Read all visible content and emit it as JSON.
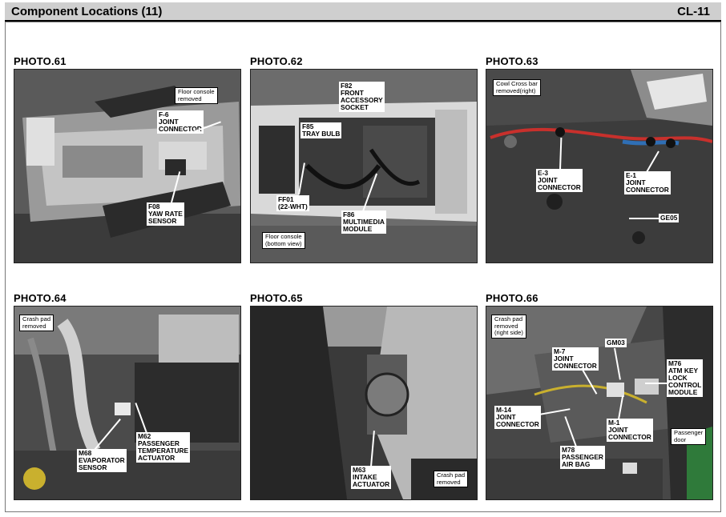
{
  "page": {
    "title": "Component Locations (11)",
    "code": "CL-11"
  },
  "photos": {
    "p61": {
      "label": "PHOTO.61",
      "note": [
        "Floor console",
        "removed"
      ],
      "c1": [
        "F-6",
        "JOINT",
        "CONNECTOR"
      ],
      "c2": [
        "F08",
        "YAW RATE",
        "SENSOR"
      ]
    },
    "p62": {
      "label": "PHOTO.62",
      "note": [
        "Floor console",
        "(bottom view)"
      ],
      "c1": [
        "F82",
        "FRONT",
        "ACCESSORY",
        "SOCKET"
      ],
      "c2": [
        "F85",
        "TRAY BULB"
      ],
      "c3": [
        "FF01",
        "(22-WHT)"
      ],
      "c4": [
        "F86",
        "MULTIMEDIA",
        "MODULE"
      ]
    },
    "p63": {
      "label": "PHOTO.63",
      "note": [
        "Cowl Cross bar",
        "removed(right)"
      ],
      "c1": [
        "E-3",
        "JOINT",
        "CONNECTOR"
      ],
      "c2": [
        "E-1",
        "JOINT",
        "CONNECTOR"
      ],
      "c3": [
        "GE05"
      ]
    },
    "p64": {
      "label": "PHOTO.64",
      "note": [
        "Crash pad",
        "removed"
      ],
      "c1": [
        "M62",
        "PASSENGER",
        "TEMPERATURE",
        "ACTUATOR"
      ],
      "c2": [
        "M68",
        "EVAPORATOR",
        "SENSOR"
      ]
    },
    "p65": {
      "label": "PHOTO.65",
      "note": [
        "Crash pad",
        "removed"
      ],
      "c1": [
        "M63",
        "INTAKE",
        "ACTUATOR"
      ]
    },
    "p66": {
      "label": "PHOTO.66",
      "note": [
        "Crash pad",
        "removed",
        "(right side)"
      ],
      "note2": [
        "Passenger",
        "door"
      ],
      "c1": [
        "M-7",
        "JOINT",
        "CONNECTOR"
      ],
      "c2": [
        "GM03"
      ],
      "c3": [
        "M76",
        "ATM KEY",
        "LOCK",
        "CONTROL",
        "MODULE"
      ],
      "c4": [
        "M-14",
        "JOINT",
        "CONNECTOR"
      ],
      "c5": [
        "M-1",
        "JOINT",
        "CONNECTOR"
      ],
      "c6": [
        "M78",
        "PASSENGER",
        "AIR BAG"
      ]
    }
  }
}
